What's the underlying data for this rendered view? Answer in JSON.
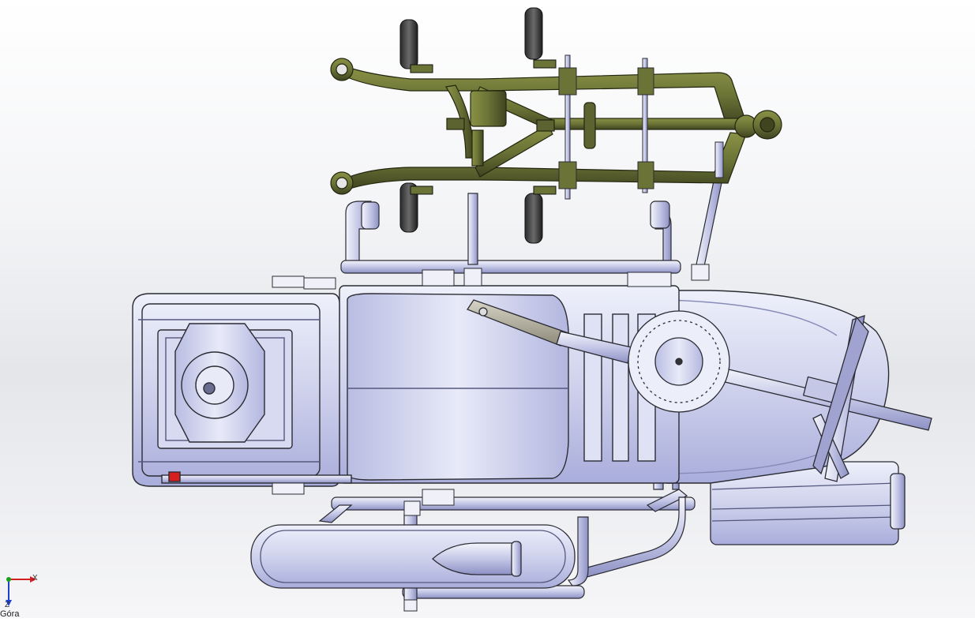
{
  "viewport": {
    "triad": {
      "x_label": "X",
      "z_label": "Z"
    },
    "view_label": "Góra"
  },
  "colors": {
    "frame_green": "#6b7336",
    "frame_dark": "#3f4420",
    "body_light": "#dcdff2",
    "body_mid": "#b8bce0",
    "edge": "#2b2b33",
    "axis_x": "#d21f1f",
    "axis_z": "#1f3fd2"
  }
}
